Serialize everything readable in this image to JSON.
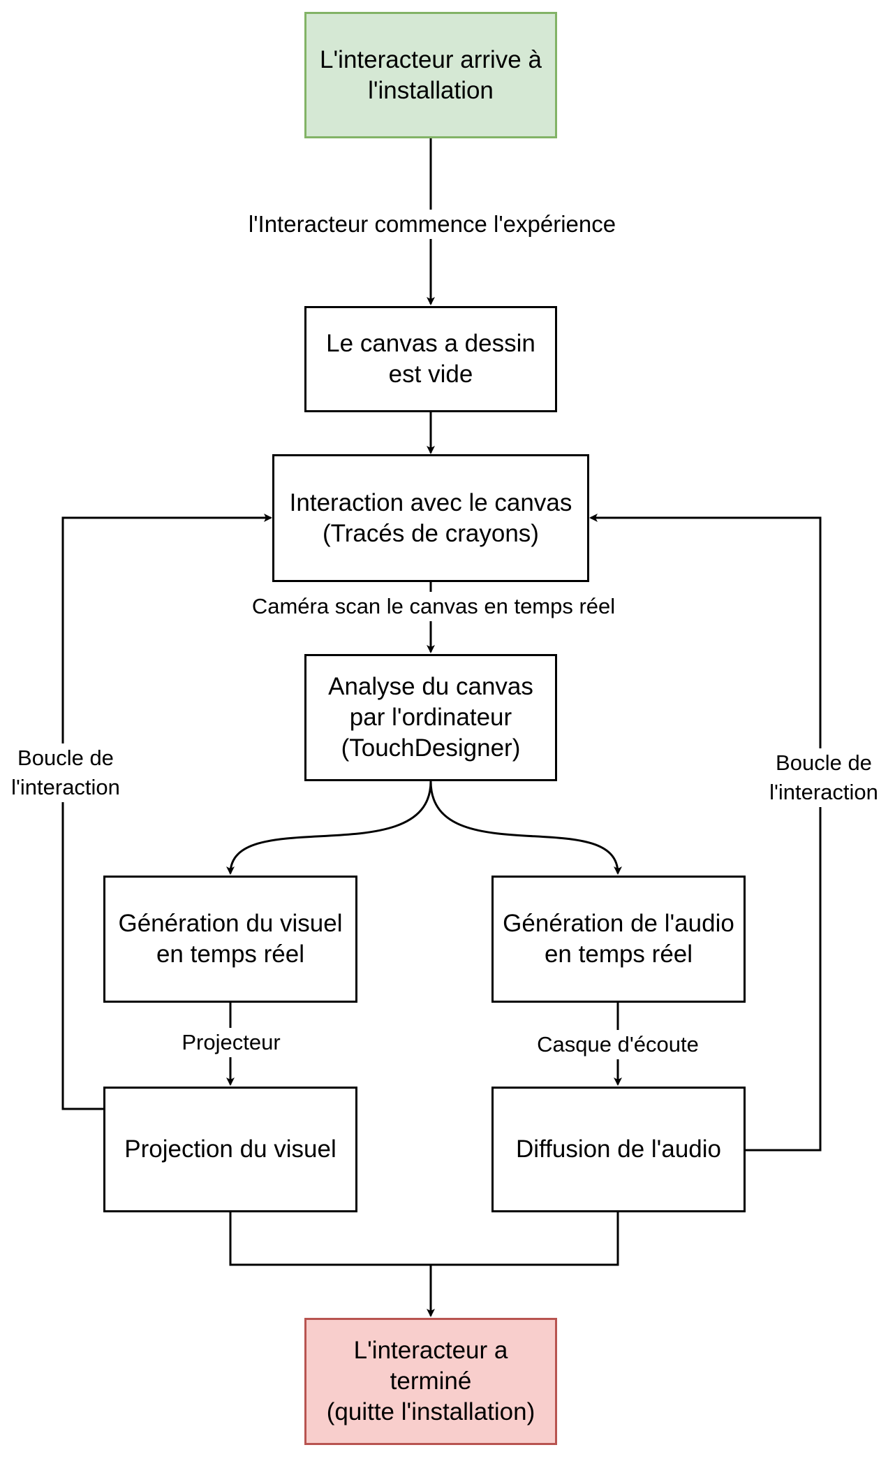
{
  "diagram": {
    "nodes": {
      "start": "L'interacteur arrive à\nl'installation",
      "canvas_empty": "Le canvas a dessin\nest vide",
      "interaction": "Interaction avec le canvas\n(Tracés de crayons)",
      "analysis": "Analyse du canvas\npar l'ordinateur\n(TouchDesigner)",
      "gen_visual": "Génération du visuel\nen temps réel",
      "gen_audio": "Génération de l'audio\nen temps réel",
      "projection": "Projection du visuel",
      "diffusion": "Diffusion de l'audio",
      "end": "L'interacteur a\nterminé\n(quitte l'installation)"
    },
    "edge_labels": {
      "start_experience": "l'Interacteur commence l'expérience",
      "camera_scan": "Caméra scan le canvas en temps réel",
      "projector": "Projecteur",
      "headphones": "Casque d'écoute",
      "loop_left": "Boucle de\nl'interaction",
      "loop_right": "Boucle de\nl'interaction"
    },
    "colors": {
      "start_fill": "#d5e8d4",
      "start_stroke": "#82b366",
      "end_fill": "#f8cecc",
      "end_stroke": "#b85450",
      "line": "#000000"
    }
  }
}
